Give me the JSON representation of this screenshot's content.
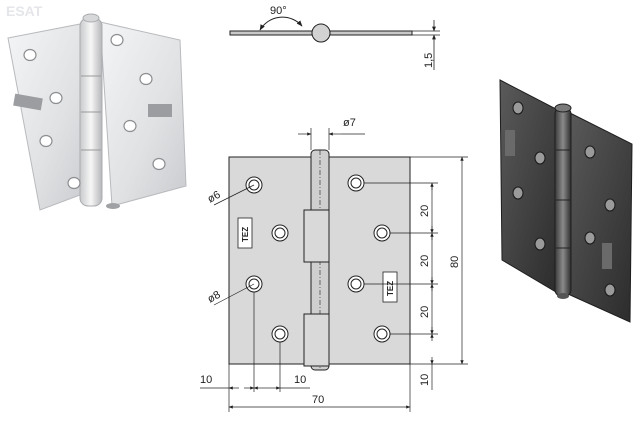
{
  "top_view": {
    "angle_label": "90°",
    "thickness_label": "1,5"
  },
  "drawing": {
    "pin_diameter_label": "ø7",
    "upper_hole_label": "ø6",
    "lower_hole_label": "ø8",
    "vertical_spacing_labels": [
      "20",
      "20",
      "20"
    ],
    "overall_height_label": "80",
    "bottom_margin_label": "10",
    "left_margin_label": "10",
    "center_offset_label": "10",
    "overall_width_label": "70"
  },
  "brand_logo": "TEZ",
  "watermark": "ESAT",
  "colors": {
    "line": "#222222",
    "plate_light": "#e6e8ea",
    "plate_dark": "#3a3a3a",
    "drawing_fill": "#d9d9d9"
  }
}
